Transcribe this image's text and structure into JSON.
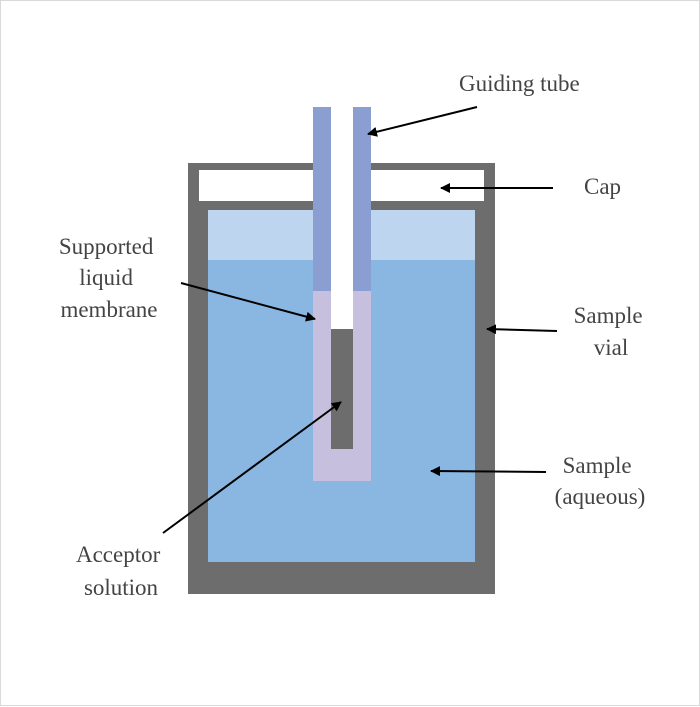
{
  "labels": {
    "guiding_tube": [
      "Guiding tube"
    ],
    "cap": [
      "Cap"
    ],
    "membrane": [
      "Supported",
      "liquid",
      "membrane"
    ],
    "sample_vial": [
      "Sample",
      "vial"
    ],
    "sample": [
      "Sample",
      "(aqueous)"
    ],
    "acceptor": [
      "Acceptor",
      "solution"
    ]
  },
  "colors": {
    "vial": "#6d6d6d",
    "cap": "#ffffff",
    "sample_light": "#bdd5ef",
    "sample": "#8ab7e1",
    "tube": "#8b9ed2",
    "membrane": "#c6bfde",
    "acceptor": "#6d6d6d",
    "arrow": "#000000"
  }
}
